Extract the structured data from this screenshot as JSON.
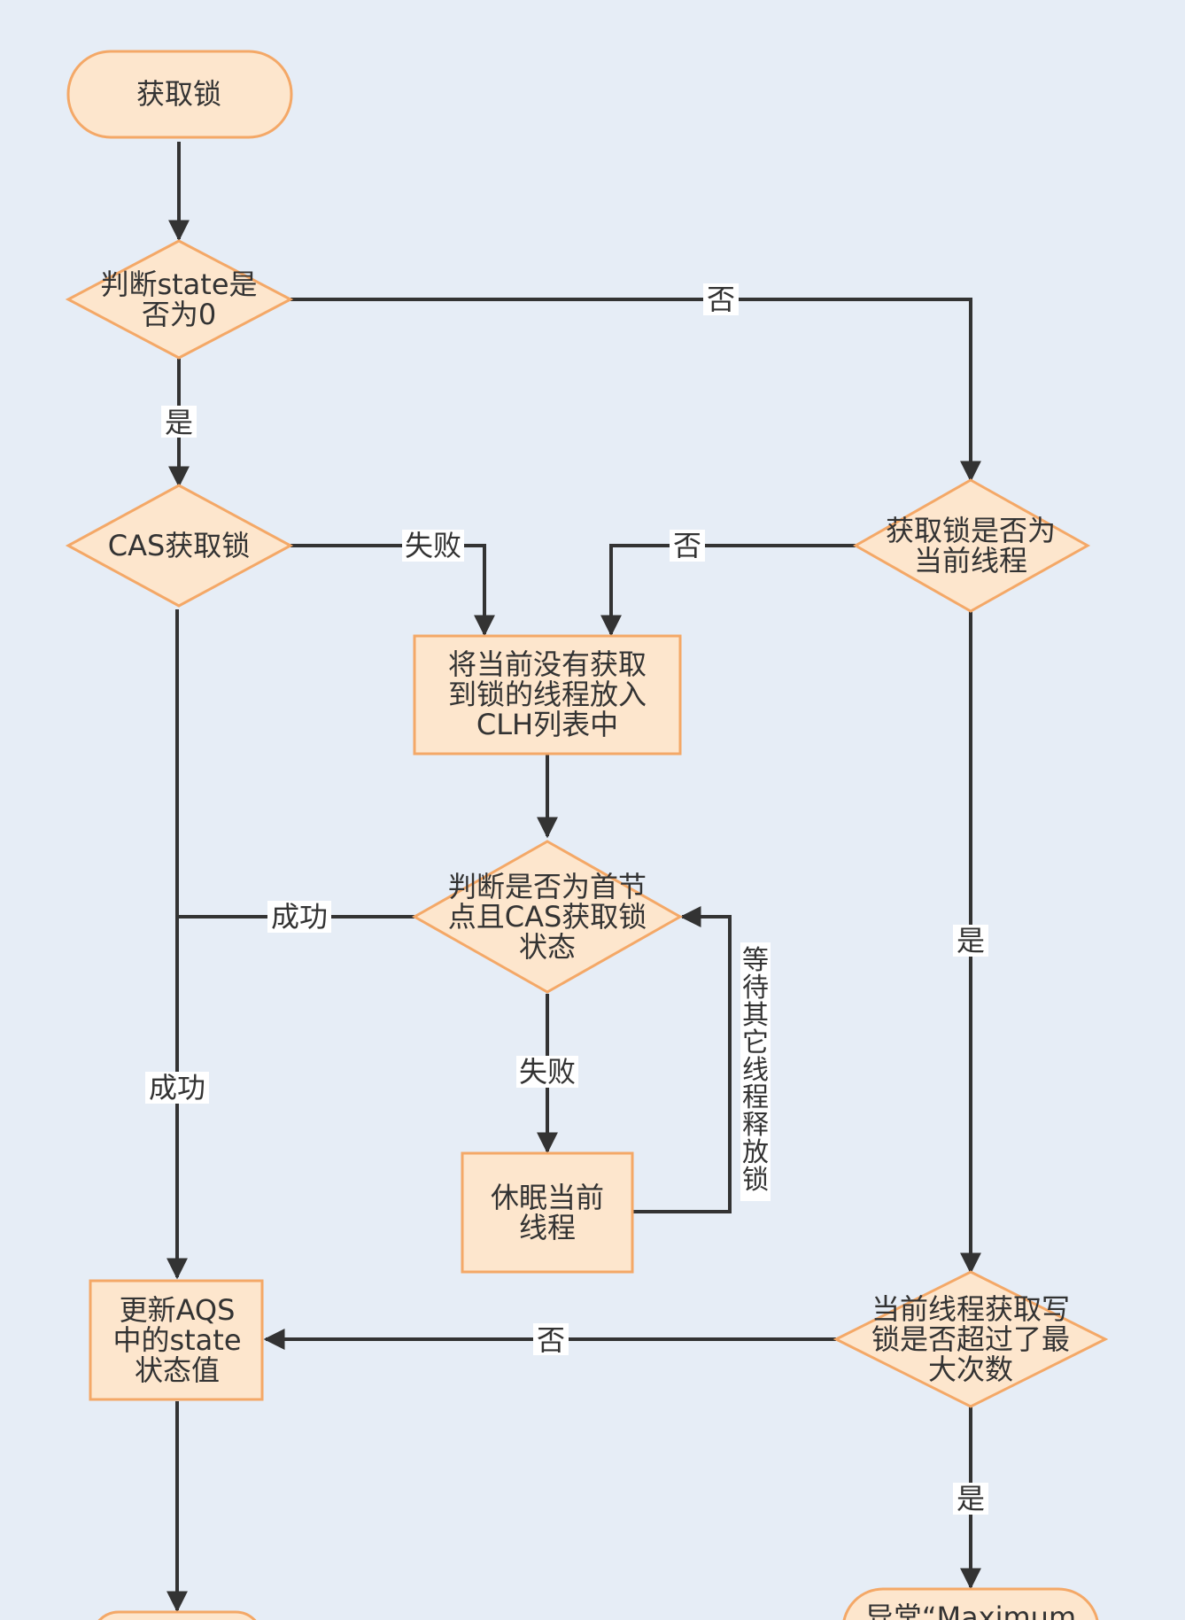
{
  "nodes": {
    "start": {
      "lines": [
        "获取锁"
      ]
    },
    "check_state": {
      "lines": [
        "判断state是",
        "否为0"
      ]
    },
    "cas_acquire": {
      "lines": [
        "CAS获取锁"
      ]
    },
    "is_current_thread": {
      "lines": [
        "获取锁是否为",
        "当前线程"
      ]
    },
    "enqueue_clh": {
      "lines": [
        "将当前没有获取",
        "到锁的线程放入",
        "CLH列表中"
      ]
    },
    "check_head": {
      "lines": [
        "判断是否为首节",
        "点且CAS获取锁",
        "状态"
      ]
    },
    "sleep_thread": {
      "lines": [
        "休眠当前",
        "线程"
      ]
    },
    "update_state": {
      "lines": [
        "更新AQS",
        "中的state",
        "状态值"
      ]
    },
    "check_max": {
      "lines": [
        "当前线程获取写",
        "锁是否超过了最",
        "大次数"
      ]
    },
    "exception": {
      "lines": [
        "异常“Maximum"
      ]
    }
  },
  "edges": {
    "state_no": "否",
    "state_yes": "是",
    "cas_fail": "失败",
    "current_no": "否",
    "head_success": "成功",
    "cas_success": "成功",
    "head_fail": "失败",
    "wait_release": "等待其它线程释放锁",
    "current_yes": "是",
    "max_no": "否",
    "max_yes": "是"
  },
  "colors": {
    "node_fill": "#fde6cd",
    "node_stroke": "#f4a867",
    "edge": "#333333",
    "background": "#e6edf6"
  }
}
